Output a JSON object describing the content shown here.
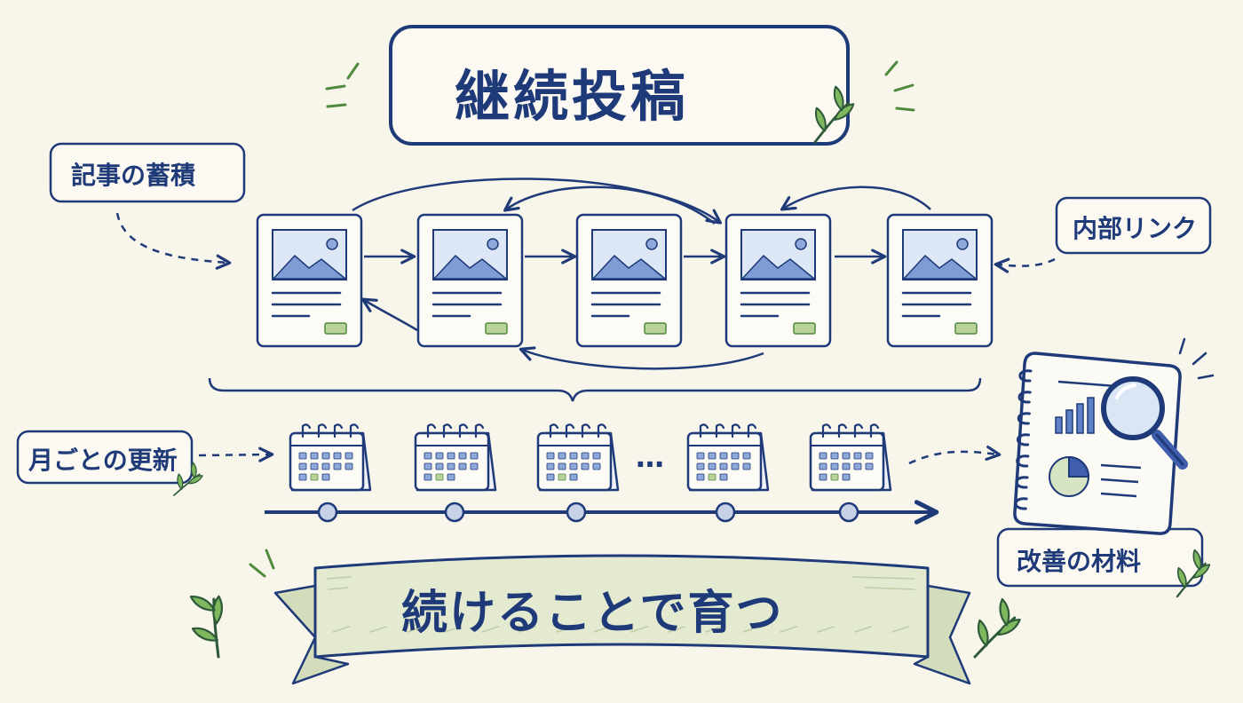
{
  "title": "継続投稿",
  "labels": {
    "articles": "記事の蓄積",
    "internal_links": "内部リンク",
    "monthly_updates": "月ごとの更新",
    "improvement": "改善の材料"
  },
  "banner": "続けることで育つ",
  "ellipsis": "…",
  "colors": {
    "ink": "#1f3a78",
    "background": "#f8f5ea",
    "accent_green": "#4f8a3c",
    "image_blue": "#a9bfe4",
    "banner_fill": "#e3ead0"
  },
  "icons": {
    "article": "article-card-icon",
    "calendar": "calendar-icon",
    "report": "report-notebook-icon",
    "magnifier": "magnifier-icon",
    "leaf": "leaf-icon"
  }
}
